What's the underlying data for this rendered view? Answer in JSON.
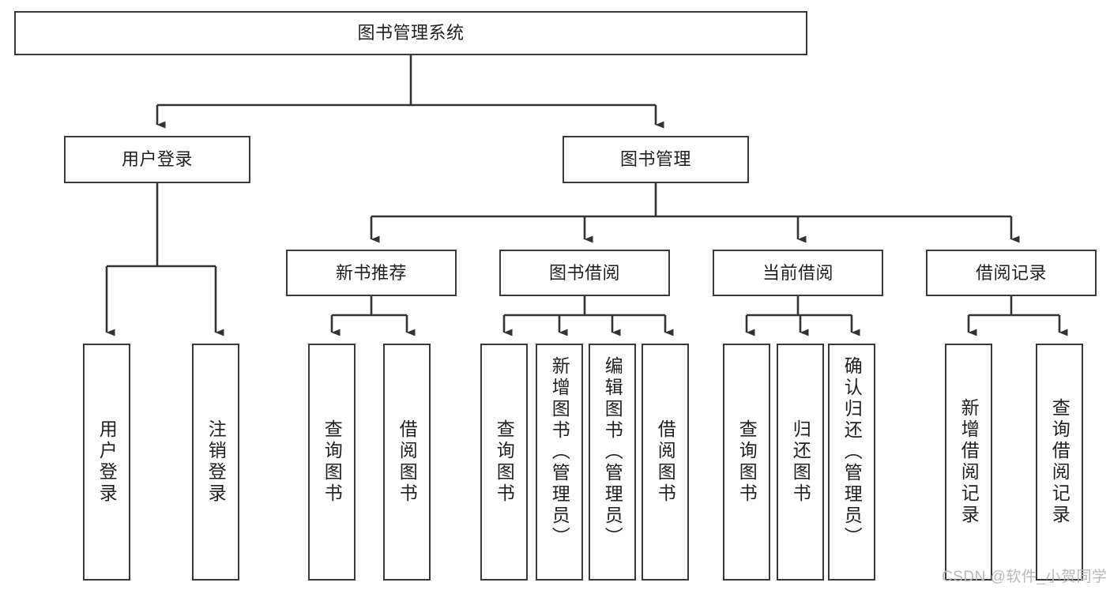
{
  "diagram": {
    "type": "tree-hierarchy",
    "title": "图书管理系统",
    "watermark": "CSDN @软件_小贺同学",
    "colors": {
      "box_border": "#3a3a3a",
      "box_fill": "#ffffff",
      "text": "#1f1f1f",
      "edge": "#333333",
      "watermark": "#b9b9b9"
    },
    "nodes": {
      "root": {
        "label": "图书管理系统",
        "level": 1
      },
      "user_login": {
        "label": "用户登录",
        "level": 2
      },
      "book_manage": {
        "label": "图书管理",
        "level": 2
      },
      "new_book_rec": {
        "label": "新书推荐",
        "level": 3
      },
      "book_borrow": {
        "label": "图书借阅",
        "level": 3
      },
      "current_borrow": {
        "label": "当前借阅",
        "level": 3
      },
      "borrow_record": {
        "label": "借阅记录",
        "level": 3
      },
      "leaf_user_login": {
        "label": "用户登录",
        "level": 4
      },
      "leaf_logout": {
        "label": "注销登录",
        "level": 4
      },
      "leaf_query_book_1": {
        "label": "查询图书",
        "level": 4
      },
      "leaf_borrow_book_1": {
        "label": "借阅图书",
        "level": 4
      },
      "leaf_query_book_2": {
        "label": "查询图书",
        "level": 4
      },
      "leaf_add_book": {
        "label": "新增图书（管理员）",
        "level": 4
      },
      "leaf_edit_book": {
        "label": "编辑图书（管理员）",
        "level": 4
      },
      "leaf_borrow_book_2": {
        "label": "借阅图书",
        "level": 4
      },
      "leaf_query_book_3": {
        "label": "查询图书",
        "level": 4
      },
      "leaf_return_book": {
        "label": "归还图书",
        "level": 4
      },
      "leaf_confirm_return": {
        "label": "确认归还（管理员）",
        "level": 4
      },
      "leaf_add_record": {
        "label": "新增借阅记录",
        "level": 4
      },
      "leaf_query_record": {
        "label": "查询借阅记录",
        "level": 4
      }
    },
    "edges": [
      {
        "from": "root",
        "to": "user_login"
      },
      {
        "from": "root",
        "to": "book_manage"
      },
      {
        "from": "user_login",
        "to": "leaf_user_login"
      },
      {
        "from": "user_login",
        "to": "leaf_logout"
      },
      {
        "from": "book_manage",
        "to": "new_book_rec"
      },
      {
        "from": "book_manage",
        "to": "book_borrow"
      },
      {
        "from": "book_manage",
        "to": "current_borrow"
      },
      {
        "from": "book_manage",
        "to": "borrow_record"
      },
      {
        "from": "new_book_rec",
        "to": "leaf_query_book_1"
      },
      {
        "from": "new_book_rec",
        "to": "leaf_borrow_book_1"
      },
      {
        "from": "book_borrow",
        "to": "leaf_query_book_2"
      },
      {
        "from": "book_borrow",
        "to": "leaf_add_book"
      },
      {
        "from": "book_borrow",
        "to": "leaf_edit_book"
      },
      {
        "from": "book_borrow",
        "to": "leaf_borrow_book_2"
      },
      {
        "from": "current_borrow",
        "to": "leaf_query_book_3"
      },
      {
        "from": "current_borrow",
        "to": "leaf_return_book"
      },
      {
        "from": "current_borrow",
        "to": "leaf_confirm_return"
      },
      {
        "from": "borrow_record",
        "to": "leaf_add_record"
      },
      {
        "from": "borrow_record",
        "to": "leaf_query_record"
      }
    ]
  }
}
